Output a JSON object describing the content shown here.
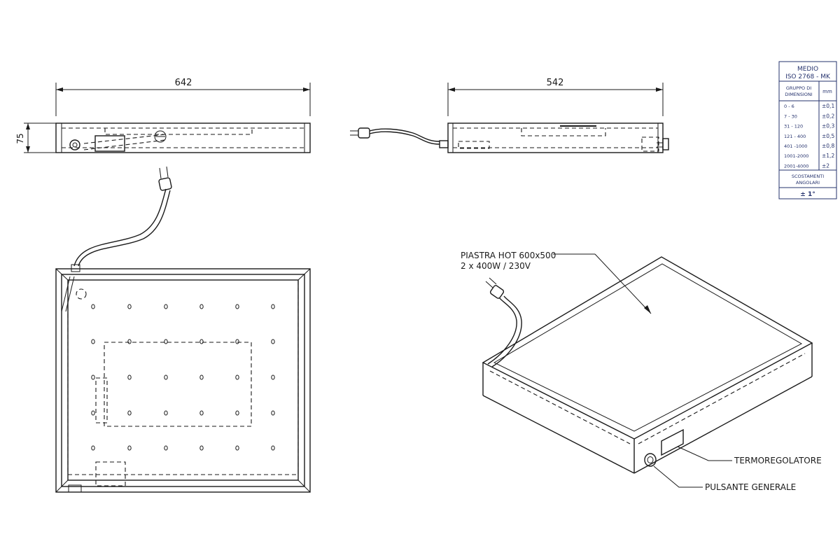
{
  "dimensions": {
    "front_width": "642",
    "front_height": "75",
    "side_width": "542"
  },
  "callouts": {
    "product_line1": "PIASTRA HOT 600x500",
    "product_line2": "2 x 400W / 230V",
    "thermoregulator": "TERMOREGOLATORE",
    "main_switch": "PULSANTE GENERALE"
  },
  "tolerance_table": {
    "header_line1": "MEDIO",
    "header_line2": "ISO 2768 - MK",
    "col_group": [
      "GRUPPO DI",
      "DIMENSIONI"
    ],
    "col_unit": "mm",
    "rows": [
      {
        "range": "0  -  6",
        "tol": "±0,1"
      },
      {
        "range": "7  -  30",
        "tol": "±0,2"
      },
      {
        "range": "31  -  120",
        "tol": "±0,3"
      },
      {
        "range": "121 - 400",
        "tol": "±0,5"
      },
      {
        "range": "401 -1000",
        "tol": "±0,8"
      },
      {
        "range": "1001-2000",
        "tol": "±1,2"
      },
      {
        "range": "2001-4000",
        "tol": "±2"
      }
    ],
    "angular_line1": "SCOSTAMENTI",
    "angular_line2": "ANGOLARI",
    "angular_value": "± 1°"
  }
}
